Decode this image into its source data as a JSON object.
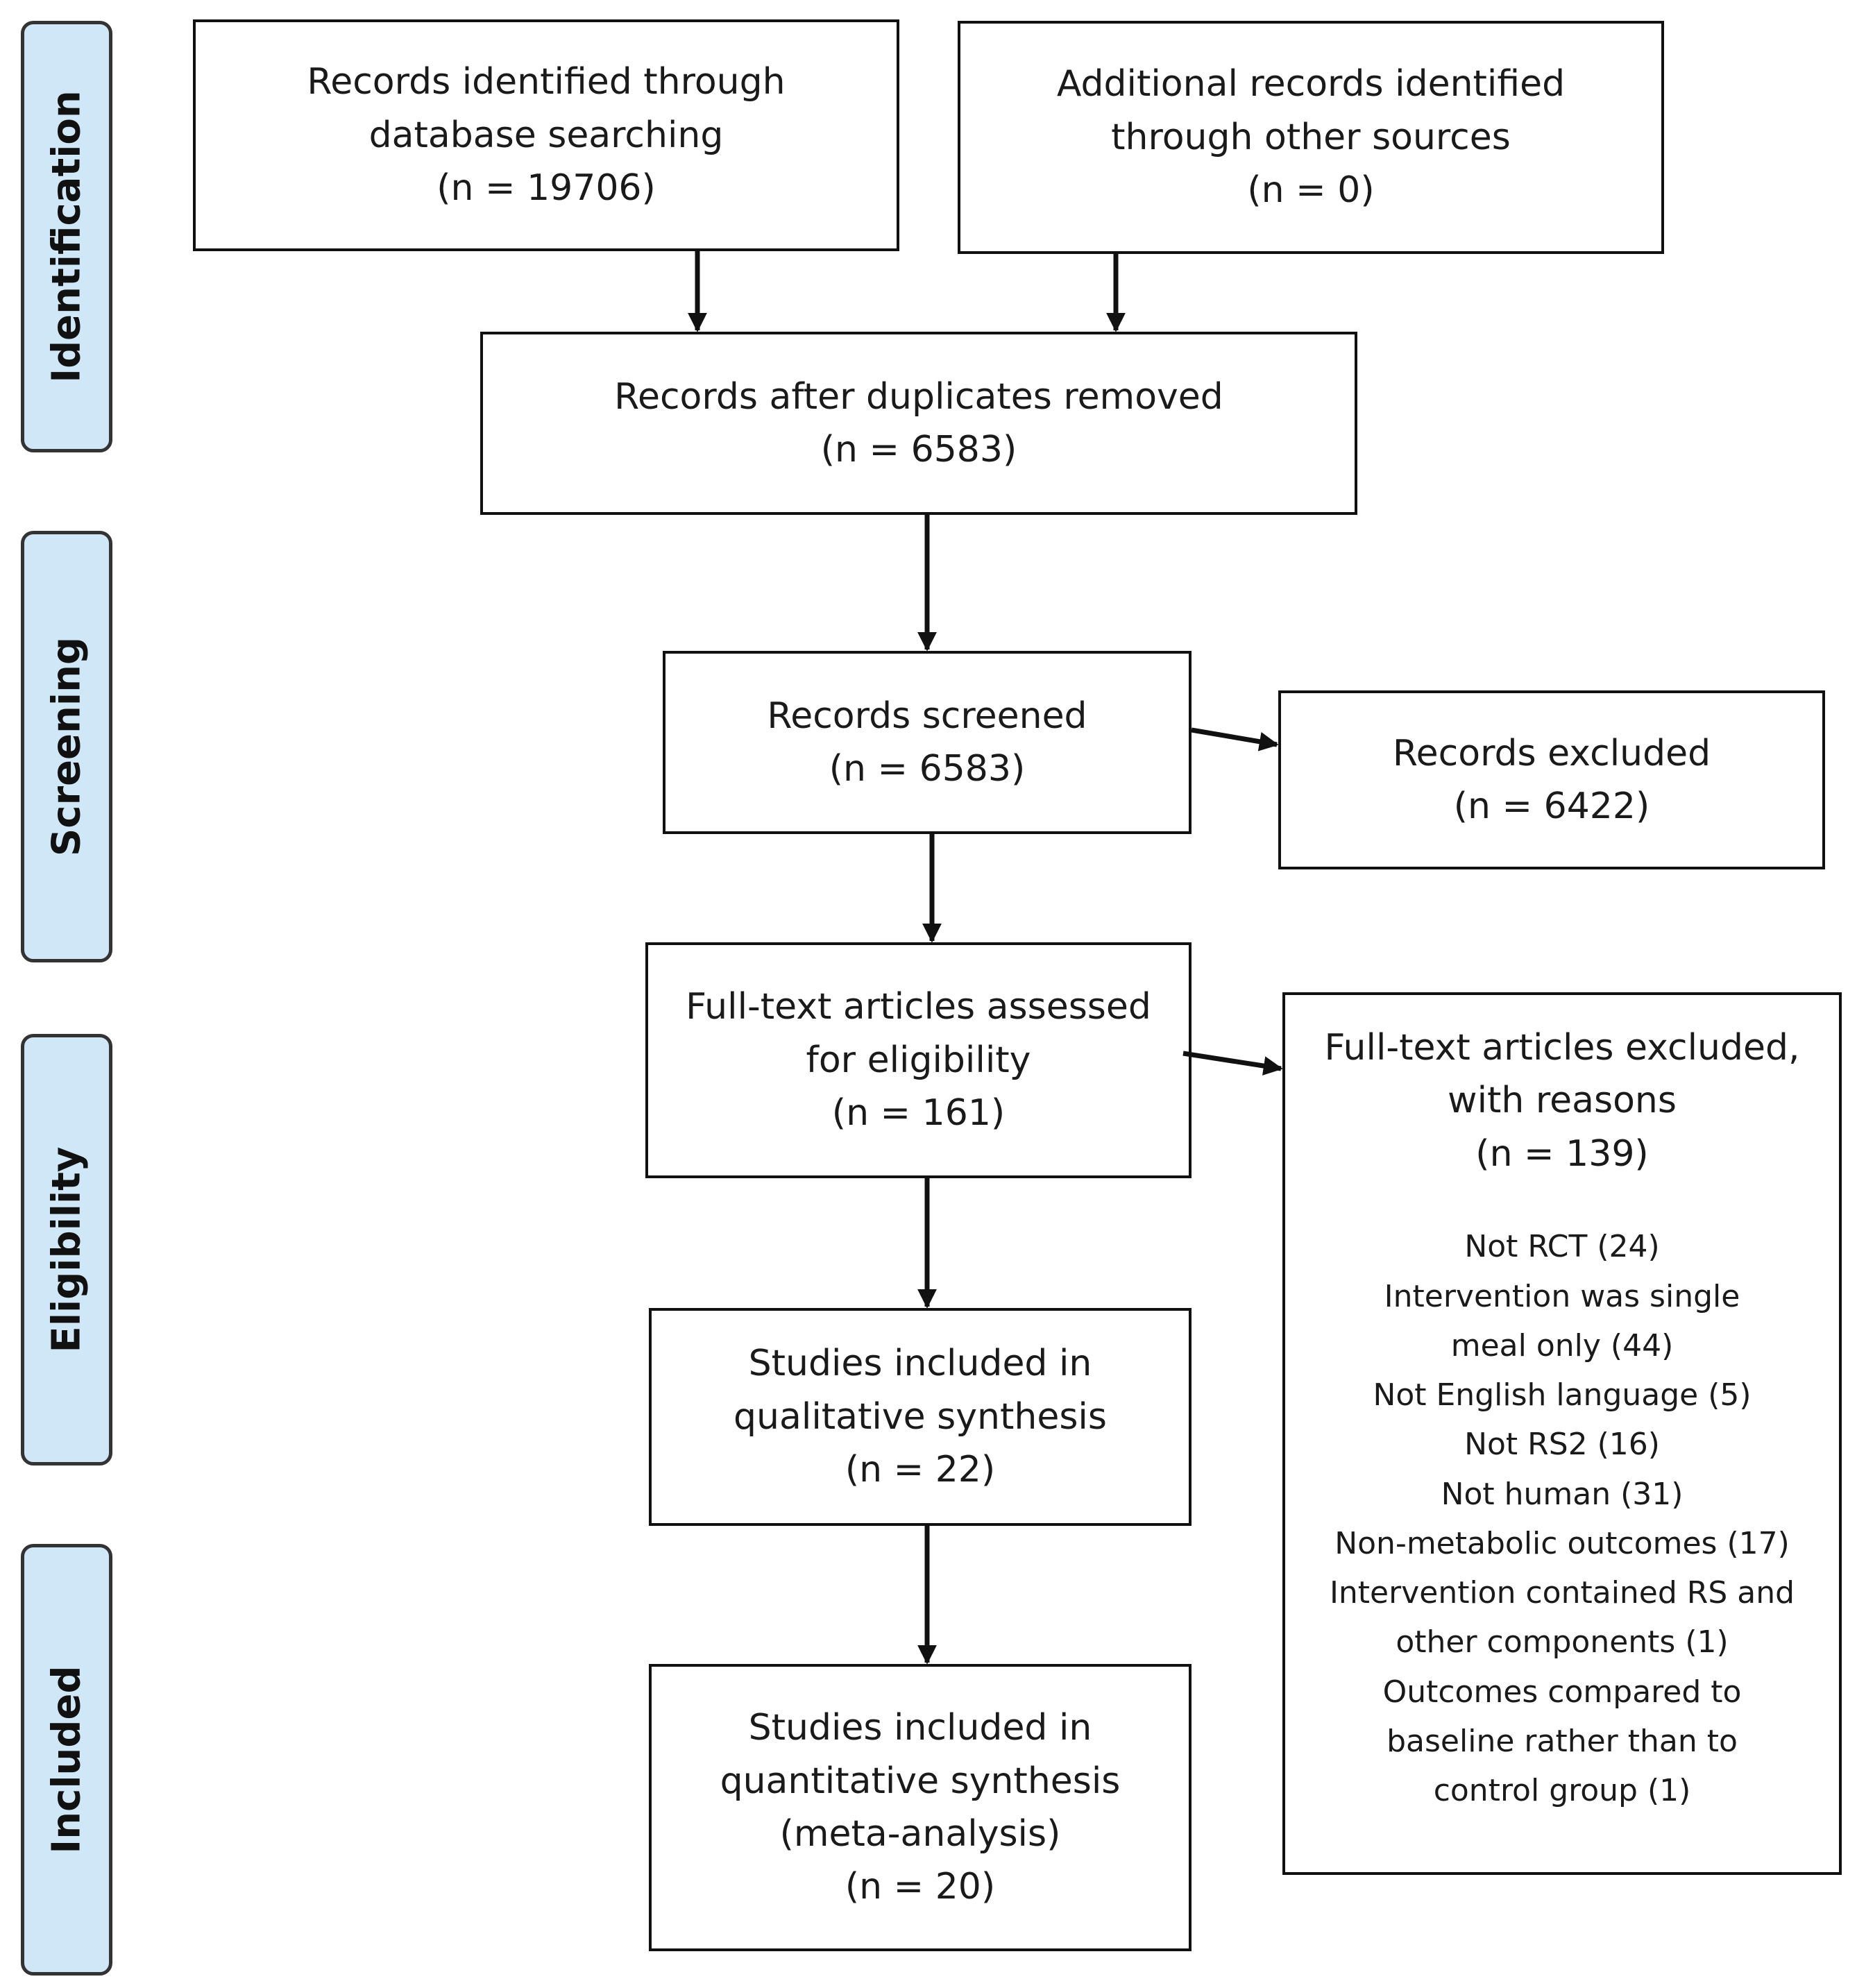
{
  "stages": {
    "identification": "Identification",
    "screening": "Screening",
    "eligibility": "Eligibility",
    "included": "Included"
  },
  "boxes": {
    "database_search": {
      "line1": "Records identified through",
      "line2": "database searching",
      "count": "(n = 19706)"
    },
    "other_sources": {
      "line1": "Additional records identified",
      "line2": "through other sources",
      "count": "(n = 0)"
    },
    "duplicates_removed": {
      "line1": "Records after duplicates removed",
      "count": "(n = 6583)"
    },
    "records_screened": {
      "line1": "Records screened",
      "count": "(n = 6583)"
    },
    "records_excluded": {
      "line1": "Records excluded",
      "count": "(n = 6422)"
    },
    "fulltext_assessed": {
      "line1": "Full-text articles assessed",
      "line2": "for eligibility",
      "count": "(n = 161)"
    },
    "fulltext_excluded": {
      "line1": "Full-text articles excluded,",
      "line2": "with reasons",
      "count": "(n = 139)",
      "reasons": [
        "Not RCT (24)",
        "Intervention was single",
        "meal only (44)",
        "Not English language (5)",
        "Not RS2 (16)",
        "Not human (31)",
        "Non-metabolic outcomes (17)",
        "Intervention contained RS and",
        "other components (1)",
        "Outcomes compared to",
        "baseline rather than to",
        "control group (1)"
      ]
    },
    "qualitative": {
      "line1": "Studies included in",
      "line2": "qualitative synthesis",
      "count": "(n = 22)"
    },
    "quantitative": {
      "line1": "Studies included in",
      "line2": "quantitative synthesis",
      "line3": "(meta-analysis)",
      "count": "(n = 20)"
    }
  }
}
